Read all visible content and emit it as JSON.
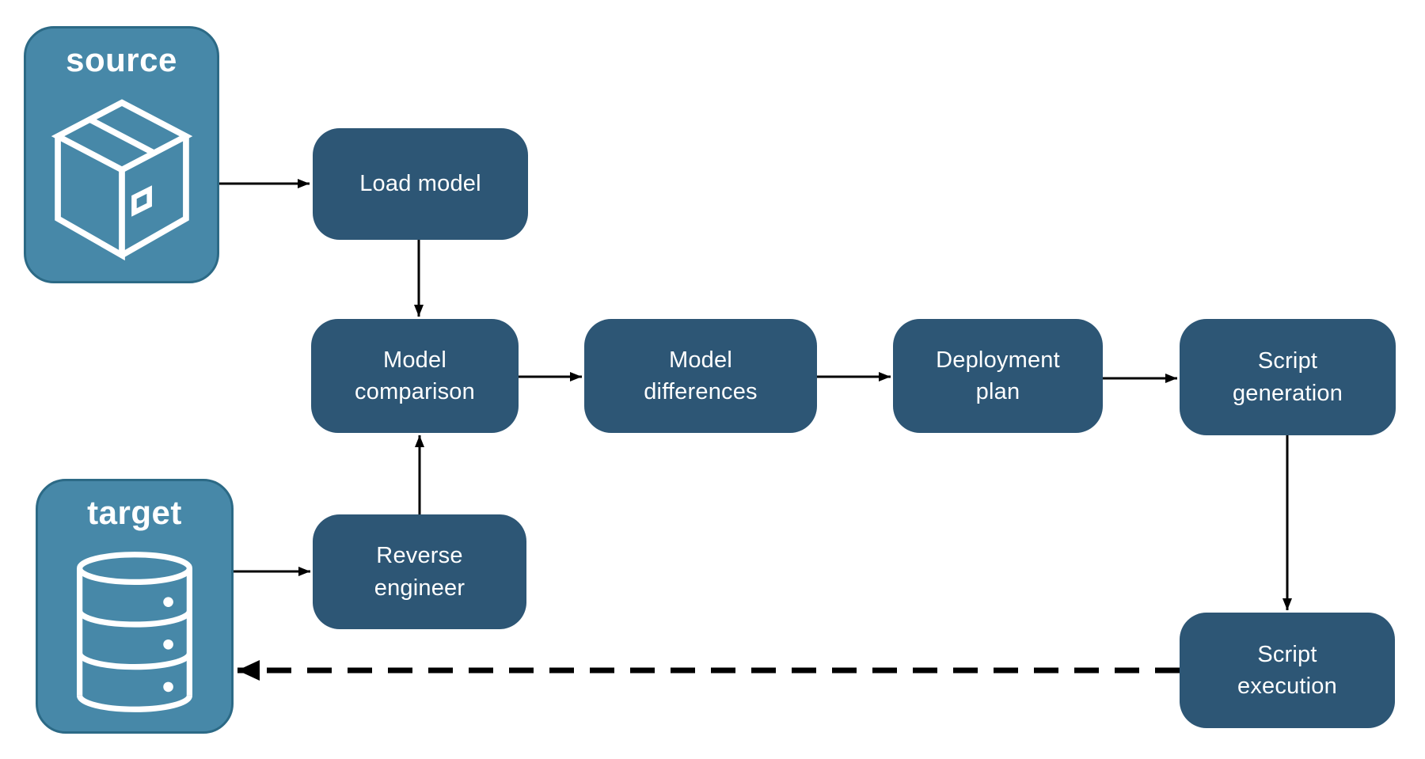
{
  "diagram": {
    "title": "model deployment flow",
    "source_label": "source",
    "target_label": "target",
    "steps": {
      "load_model": "Load model",
      "model_comparison": "Model\ncomparison",
      "model_differences": "Model\ndifferences",
      "deployment_plan": "Deployment\nplan",
      "script_generation": "Script\ngeneration",
      "reverse_engineer": "Reverse\nengineer",
      "script_execution": "Script\nexecution"
    },
    "icons": {
      "source": "package-icon",
      "target": "database-icon"
    },
    "connections": [
      {
        "from": "source",
        "to": "load_model",
        "style": "solid"
      },
      {
        "from": "load_model",
        "to": "model_comparison",
        "style": "solid"
      },
      {
        "from": "model_comparison",
        "to": "model_differences",
        "style": "solid"
      },
      {
        "from": "model_differences",
        "to": "deployment_plan",
        "style": "solid"
      },
      {
        "from": "deployment_plan",
        "to": "script_generation",
        "style": "solid"
      },
      {
        "from": "script_generation",
        "to": "script_execution",
        "style": "solid"
      },
      {
        "from": "target",
        "to": "reverse_engineer",
        "style": "solid"
      },
      {
        "from": "reverse_engineer",
        "to": "model_comparison",
        "style": "solid"
      },
      {
        "from": "script_execution",
        "to": "target",
        "style": "dashed"
      }
    ]
  },
  "colors": {
    "step_fill": "#2d5675",
    "step_text": "#ffffff",
    "container_fill": "#4788a8",
    "container_border": "#2c6a86",
    "container_text": "#ffffff",
    "arrow": "#000000",
    "background": "#ffffff"
  }
}
